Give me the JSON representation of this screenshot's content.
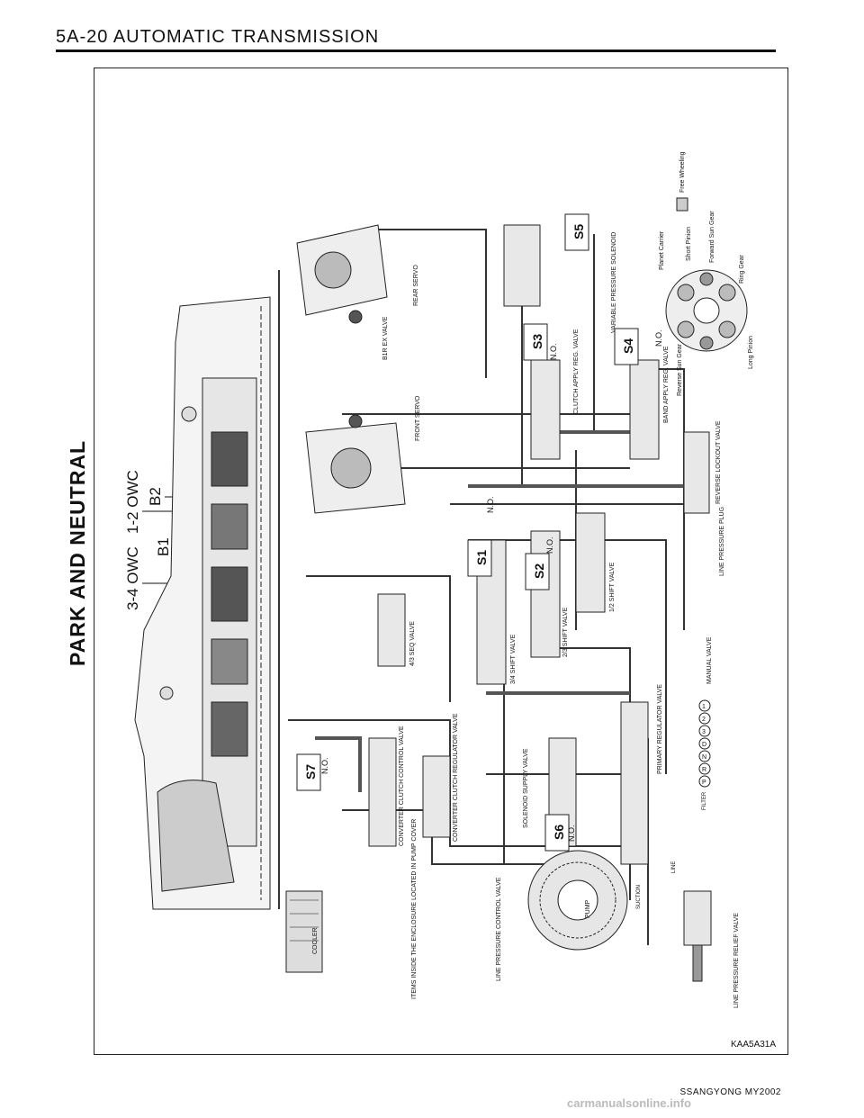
{
  "header": {
    "title": "5A-20  AUTOMATIC TRANSMISSION"
  },
  "footer": {
    "code": "SSANGYONG  MY2002",
    "watermark": "carmanualsonline.info"
  },
  "diagram": {
    "title": "PARK AND NEUTRAL",
    "figure_id": "KAA5A31A",
    "callouts": {
      "owc34": "3-4 OWC",
      "owc12": "1-2 OWC",
      "b1": "B1",
      "b2": "B2"
    },
    "labels": {
      "rear_servo": "REAR SERVO",
      "front_servo": "FRONT SERVO",
      "b1r_ex_valve": "B1R EX VALVE",
      "seq_valve_43": "4/3 SEQ VALVE",
      "shift_34": "3/4 SHIFT VALVE",
      "shift_23": "2/3 SHIFT VALVE",
      "shift_12": "1/2 SHIFT VALVE",
      "conv_clutch_ctrl": "CONVERTER CLUTCH CONTROL VALVE",
      "conv_clutch_reg": "CONVERTER CLUTCH REGULATOR VALVE",
      "solenoid_supply": "SOLENOID SUPPLY VALVE",
      "primary_reg": "PRIMARY REGULATOR VALVE",
      "manual_valve": "MANUAL VALVE",
      "line_pressure_plug": "LINE PRESSURE PLUG",
      "reverse_lockout": "REVERSE LOCKOUT VALVE",
      "band_apply_reg": "BAND APPLY REG. VALVE",
      "clutch_apply_reg": "CLUTCH APPLY REG. VALVE",
      "var_pressure_sol": "VARIABLE PRESSURE SOLENOID",
      "line_pressure_ctrl": "LINE PRESSURE CONTROL VALVE",
      "line_pressure_relief": "LINE PRESSURE RELIEF VALVE",
      "items_inside": "ITEMS INSIDE THE ENCLOSURE LOCATED IN PUMP COVER",
      "cooler": "COOLER",
      "pump": "PUMP",
      "filter": "FILTER",
      "suction": "SUCTION",
      "line": "LINE",
      "free_wheeling": "Free Wheeling",
      "planet_carrier": "Planet Carrier",
      "short_pinion": "Short Pinion",
      "forward_sun_gear": "Forward Sun Gear",
      "ring_gear": "Ring Gear",
      "long_pinion": "Long Pinion",
      "reverse_sun_gear": "Reverse Sun Gear"
    },
    "solenoids": [
      {
        "id": "S1"
      },
      {
        "id": "S2"
      },
      {
        "id": "S3"
      },
      {
        "id": "S4"
      },
      {
        "id": "S5"
      },
      {
        "id": "S6"
      },
      {
        "id": "S7"
      }
    ],
    "no_label": "N.O.",
    "manual_positions": [
      "P",
      "R",
      "N",
      "D",
      "3",
      "2",
      "1"
    ]
  }
}
